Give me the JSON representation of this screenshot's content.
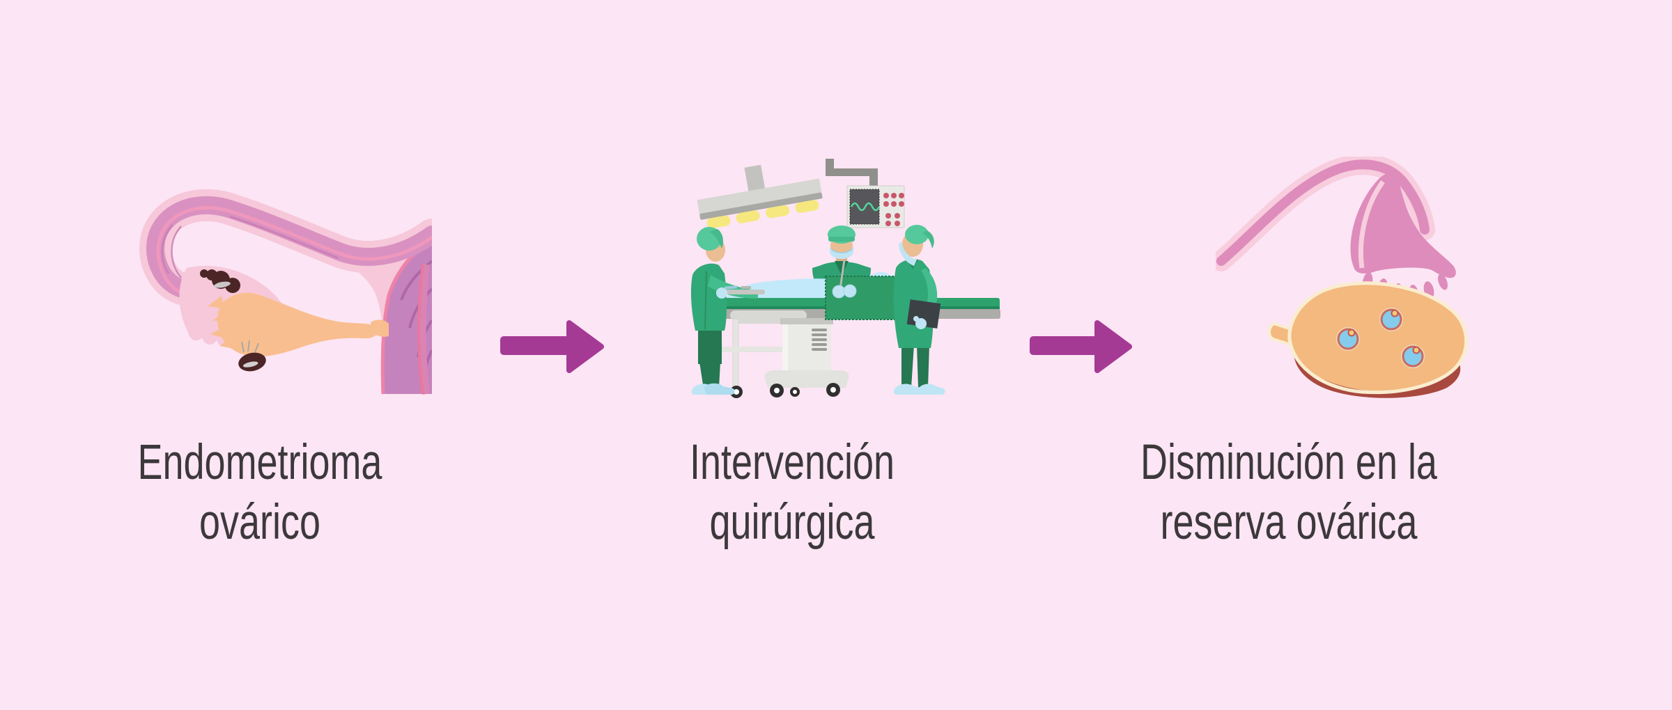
{
  "figure": {
    "background_color": "#FCE5F4",
    "arrow_color": "#A53A95",
    "text_color": "#3C383B",
    "steps": [
      {
        "line1": "Endometrioma",
        "line2": "ovárico",
        "illustration": "ovary-with-endometrioma"
      },
      {
        "line1": "Intervención",
        "line2": "quirúrgica",
        "illustration": "operating-room-surgery"
      },
      {
        "line1": "Disminución en la",
        "line2": "reserva ovárica",
        "illustration": "ovary-reduced-reserve"
      }
    ]
  }
}
